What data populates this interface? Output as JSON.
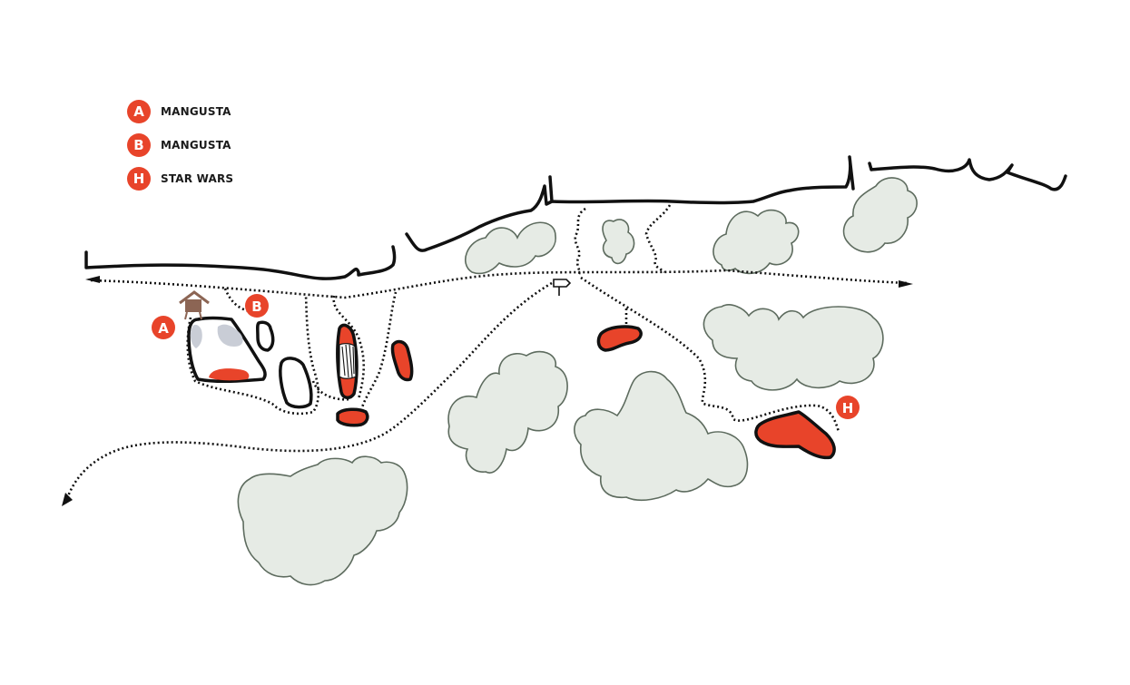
{
  "legend": {
    "items": [
      {
        "key": "A",
        "label": "MANGUSTA"
      },
      {
        "key": "B",
        "label": "MANGUSTA"
      },
      {
        "key": "H",
        "label": "STAR WARS"
      }
    ]
  },
  "map": {
    "markers": [
      {
        "key": "A"
      },
      {
        "key": "B"
      },
      {
        "key": "H"
      }
    ],
    "colors": {
      "marker": "#e8442a",
      "sector": "#e8442a",
      "trees": "#e6ebe5",
      "hut": "#8c6554"
    },
    "icons": [
      "hut-icon",
      "parking-sign-icon",
      "arrow-left-icon",
      "arrow-right-icon",
      "arrow-down-left-icon"
    ]
  }
}
